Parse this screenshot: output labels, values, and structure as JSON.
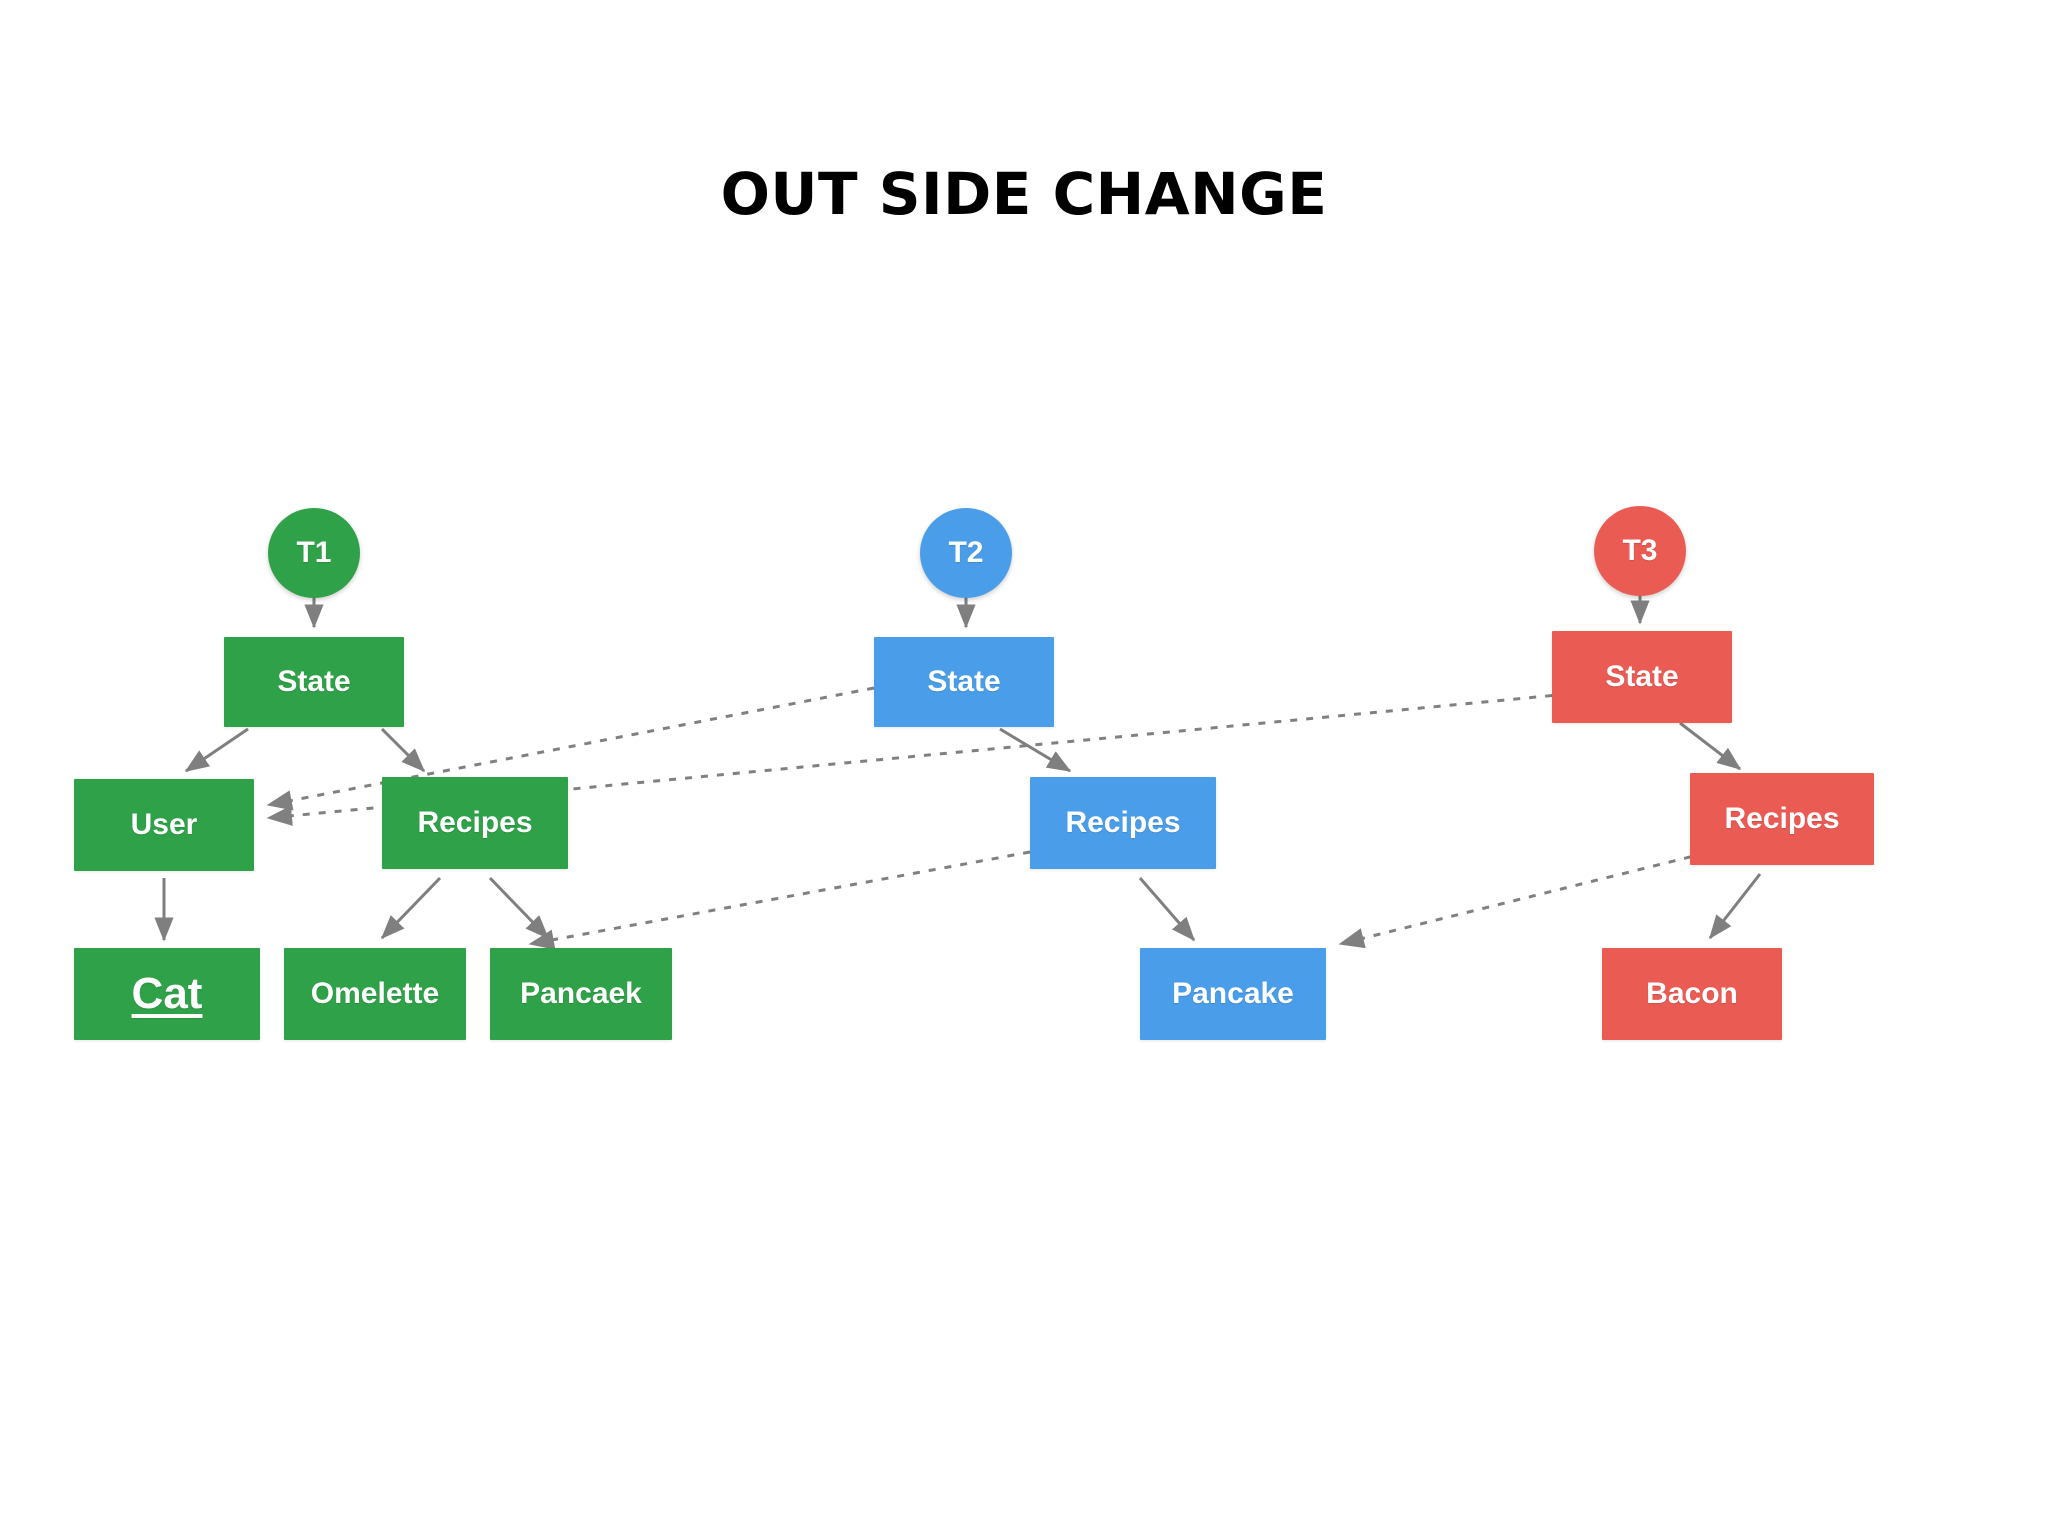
{
  "slide": {
    "title": "OUT SIDE CHANGE",
    "background_color": "#ffffff",
    "title_color": "#000000"
  },
  "palette": {
    "green": "#2fa148",
    "blue": "#4a9de8",
    "red": "#ea5b54",
    "arrow_solid": "#7f7f7f",
    "arrow_dotted": "#808080",
    "node_text": "#ffffff"
  },
  "trees": [
    {
      "id": "t1",
      "color_name": "green",
      "color": "#2fa148",
      "root_label": "T1",
      "nodes": [
        {
          "key": "t1-root",
          "label": "T1",
          "shape": "ellipse"
        },
        {
          "key": "t1-state",
          "label": "State",
          "shape": "rect"
        },
        {
          "key": "t1-user",
          "label": "User",
          "shape": "rect"
        },
        {
          "key": "t1-recipes",
          "label": "Recipes",
          "shape": "rect"
        },
        {
          "key": "t1-cat",
          "label": "Cat",
          "shape": "rect",
          "emphasis": "underlined"
        },
        {
          "key": "t1-omelette",
          "label": "Omelette",
          "shape": "rect"
        },
        {
          "key": "t1-pancaek",
          "label": "Pancaek",
          "shape": "rect"
        }
      ]
    },
    {
      "id": "t2",
      "color_name": "blue",
      "color": "#4a9de8",
      "root_label": "T2",
      "nodes": [
        {
          "key": "t2-root",
          "label": "T2",
          "shape": "ellipse"
        },
        {
          "key": "t2-state",
          "label": "State",
          "shape": "rect"
        },
        {
          "key": "t2-recipes",
          "label": "Recipes",
          "shape": "rect"
        },
        {
          "key": "t2-pancake",
          "label": "Pancake",
          "shape": "rect"
        }
      ]
    },
    {
      "id": "t3",
      "color_name": "red",
      "color": "#ea5b54",
      "root_label": "T3",
      "nodes": [
        {
          "key": "t3-root",
          "label": "T3",
          "shape": "ellipse"
        },
        {
          "key": "t3-state",
          "label": "State",
          "shape": "rect"
        },
        {
          "key": "t3-recipes",
          "label": "Recipes",
          "shape": "rect"
        },
        {
          "key": "t3-bacon",
          "label": "Bacon",
          "shape": "rect"
        }
      ]
    }
  ],
  "edges_solid": [
    {
      "from": "t1-root",
      "to": "t1-state"
    },
    {
      "from": "t1-state",
      "to": "t1-user"
    },
    {
      "from": "t1-state",
      "to": "t1-recipes"
    },
    {
      "from": "t1-user",
      "to": "t1-cat"
    },
    {
      "from": "t1-recipes",
      "to": "t1-omelette"
    },
    {
      "from": "t1-recipes",
      "to": "t1-pancaek"
    },
    {
      "from": "t2-root",
      "to": "t2-state"
    },
    {
      "from": "t2-state",
      "to": "t2-recipes"
    },
    {
      "from": "t2-recipes",
      "to": "t2-pancake"
    },
    {
      "from": "t3-root",
      "to": "t3-state"
    },
    {
      "from": "t3-state",
      "to": "t3-recipes"
    },
    {
      "from": "t3-recipes",
      "to": "t3-bacon"
    }
  ],
  "edges_dotted": [
    {
      "from": "t2-state",
      "to": "t1-user"
    },
    {
      "from": "t3-state",
      "to": "t1-user"
    },
    {
      "from": "t2-recipes",
      "to": "t1-pancaek"
    },
    {
      "from": "t3-recipes",
      "to": "t2-pancake"
    }
  ]
}
